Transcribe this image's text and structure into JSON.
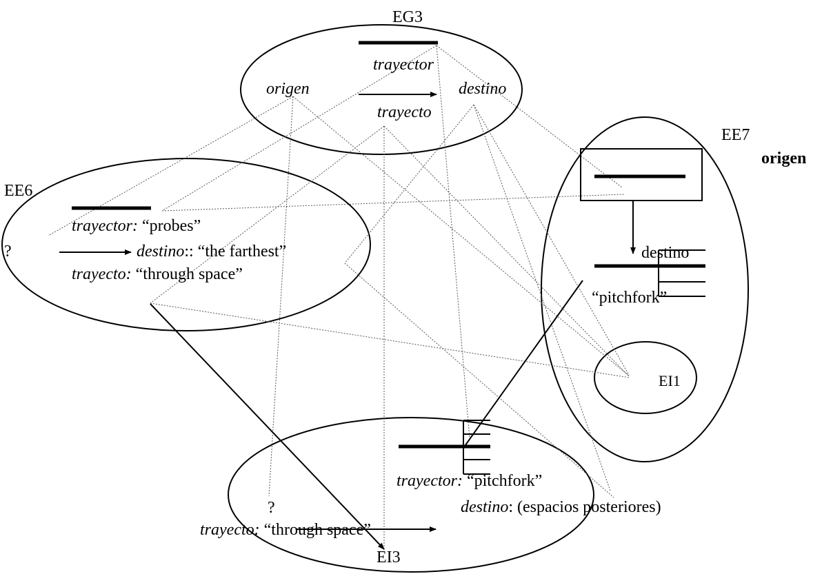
{
  "labels": {
    "eg3": "EG3",
    "ee6": "EE6",
    "ee7": "EE7",
    "ei1": "EI1",
    "ei3": "EI3",
    "origen_right": "origen"
  },
  "eg3": {
    "trayector": "trayector",
    "origen": "origen",
    "destino": "destino",
    "trayecto": "trayecto"
  },
  "ee6": {
    "question": "?",
    "trayector_key": "trayector:",
    "trayector_value": " “probes”",
    "destino_key": "destino",
    "destino_value": ":: “the farthest”",
    "trayecto_key": "trayecto:",
    "trayecto_value": "  “through space”"
  },
  "ee7": {
    "destino": "destino",
    "pitchfork": "“pitchfork”"
  },
  "ei3": {
    "trayector_key": "trayector:",
    "trayector_value": " “pitchfork”",
    "destino_key": "destino",
    "destino_value": ": (espacios posteriores)",
    "question": "?",
    "trayecto_key": "trayecto:",
    "trayecto_value": " “through space”"
  }
}
